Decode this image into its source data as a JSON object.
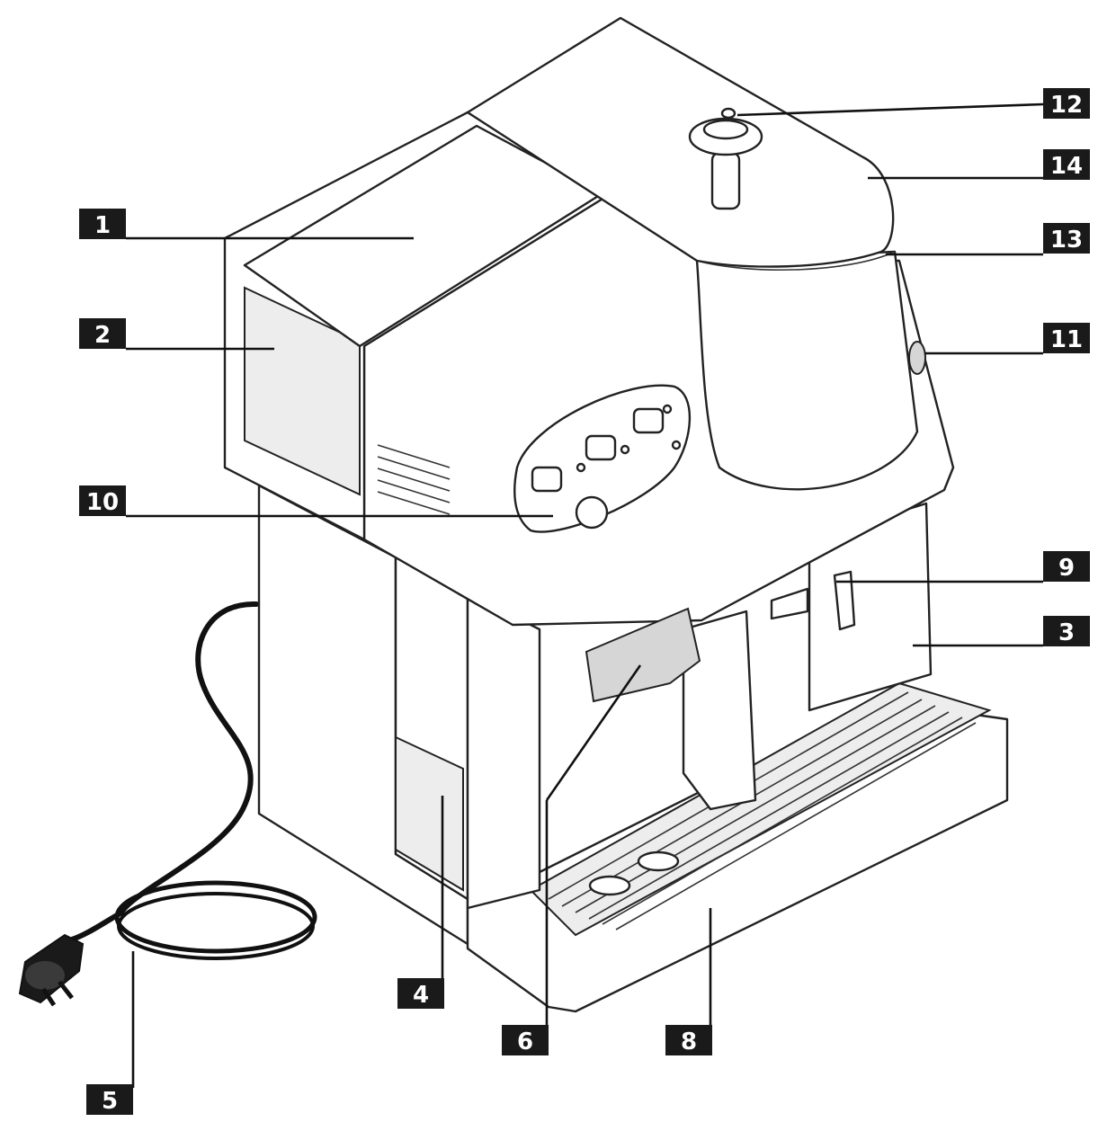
{
  "callouts": [
    {
      "id": "1",
      "label": "1"
    },
    {
      "id": "2",
      "label": "2"
    },
    {
      "id": "3",
      "label": "3"
    },
    {
      "id": "4",
      "label": "4"
    },
    {
      "id": "5",
      "label": "5"
    },
    {
      "id": "6",
      "label": "6"
    },
    {
      "id": "8",
      "label": "8"
    },
    {
      "id": "9",
      "label": "9"
    },
    {
      "id": "10",
      "label": "10"
    },
    {
      "id": "11",
      "label": "11"
    },
    {
      "id": "12",
      "label": "12"
    },
    {
      "id": "13",
      "label": "13"
    },
    {
      "id": "14",
      "label": "14"
    }
  ]
}
